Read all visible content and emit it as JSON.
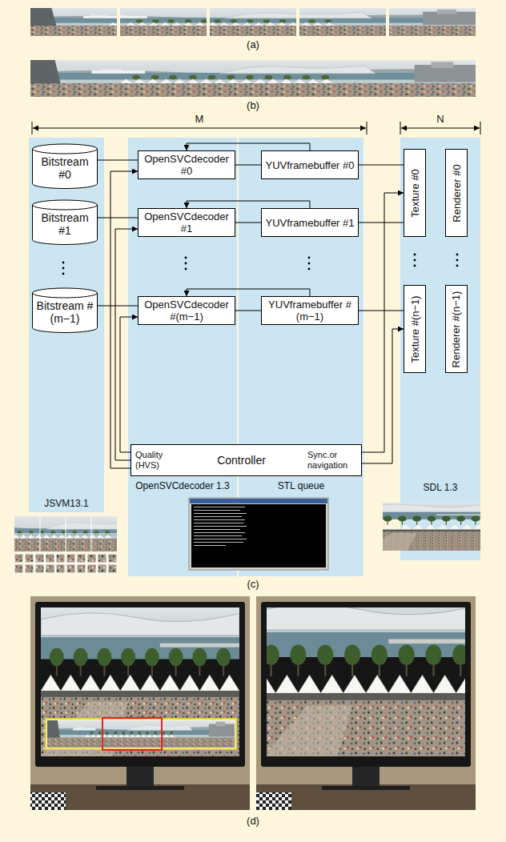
{
  "diagram": {
    "nodes": [
      {
        "text": [
          "JSVM13.1"
        ]
      },
      {
        "text": [
          "Bitstream #0"
        ],
        "in": 0
      },
      {
        "text": [
          "Bitstream #1"
        ],
        "in": 0
      },
      {
        "text": [
          "Bitstream #(m−1)"
        ],
        "in": 0
      },
      {
        "text": [
          "OpenSVCdecoder 1.3"
        ]
      },
      {
        "text": [
          "OpenSVCdecoder #0"
        ],
        "in": 4
      },
      {
        "text": [
          "OpenSVCdecoder #1"
        ],
        "in": 4
      },
      {
        "text": [
          "OpenSVCdecoder #(m−1)"
        ],
        "in": 4
      },
      {
        "text": [
          "STL queue"
        ]
      },
      {
        "text": [
          "YUVframebuffer #0"
        ],
        "in": 8
      },
      {
        "text": [
          "YUVframebuffer #1"
        ],
        "in": 8
      },
      {
        "text": [
          "YUVframebuffer #(m−1)"
        ],
        "in": 8
      },
      {
        "text": [
          "Quality (HVS)",
          "Controller",
          "Sync.or navigation"
        ]
      },
      {
        "text": [
          "SDL 1.3"
        ]
      },
      {
        "text": [
          "Texture #0"
        ],
        "in": 13
      },
      {
        "text": [
          "Renderer #0"
        ],
        "in": 13
      },
      {
        "text": [
          "Texture #(n−1)"
        ],
        "in": 13
      },
      {
        "text": [
          "Renderer #(n−1)"
        ],
        "in": 13
      }
    ],
    "edges": [
      {
        "from": 1,
        "to": 5,
        "arrow": "none"
      },
      {
        "from": 2,
        "to": 6,
        "arrow": "none"
      },
      {
        "from": 3,
        "to": 7,
        "arrow": "none"
      },
      {
        "from": 5,
        "to": 9,
        "arrow": "none"
      },
      {
        "from": 6,
        "to": 10,
        "arrow": "none"
      },
      {
        "from": 7,
        "to": 11,
        "arrow": "none"
      },
      {
        "from": 9,
        "to": 5,
        "arrow": "to"
      },
      {
        "from": 10,
        "to": 6,
        "arrow": "to"
      },
      {
        "from": 11,
        "to": 7,
        "arrow": "to"
      },
      {
        "from": 12,
        "to": 5,
        "arrow": "to"
      },
      {
        "from": 12,
        "to": 6,
        "arrow": "to"
      },
      {
        "from": 12,
        "to": 7,
        "arrow": "to"
      },
      {
        "from": 9,
        "to": 14,
        "arrow": "none"
      },
      {
        "from": 10,
        "to": 14,
        "arrow": "none"
      },
      {
        "from": 11,
        "to": 16,
        "arrow": "none"
      },
      {
        "from": 12,
        "to": 14,
        "arrow": "to"
      },
      {
        "from": 12,
        "to": 16,
        "arrow": "to"
      }
    ],
    "labels": [
      "(a)",
      "(b)",
      "M",
      "N",
      "(c)",
      "(d)"
    ]
  }
}
